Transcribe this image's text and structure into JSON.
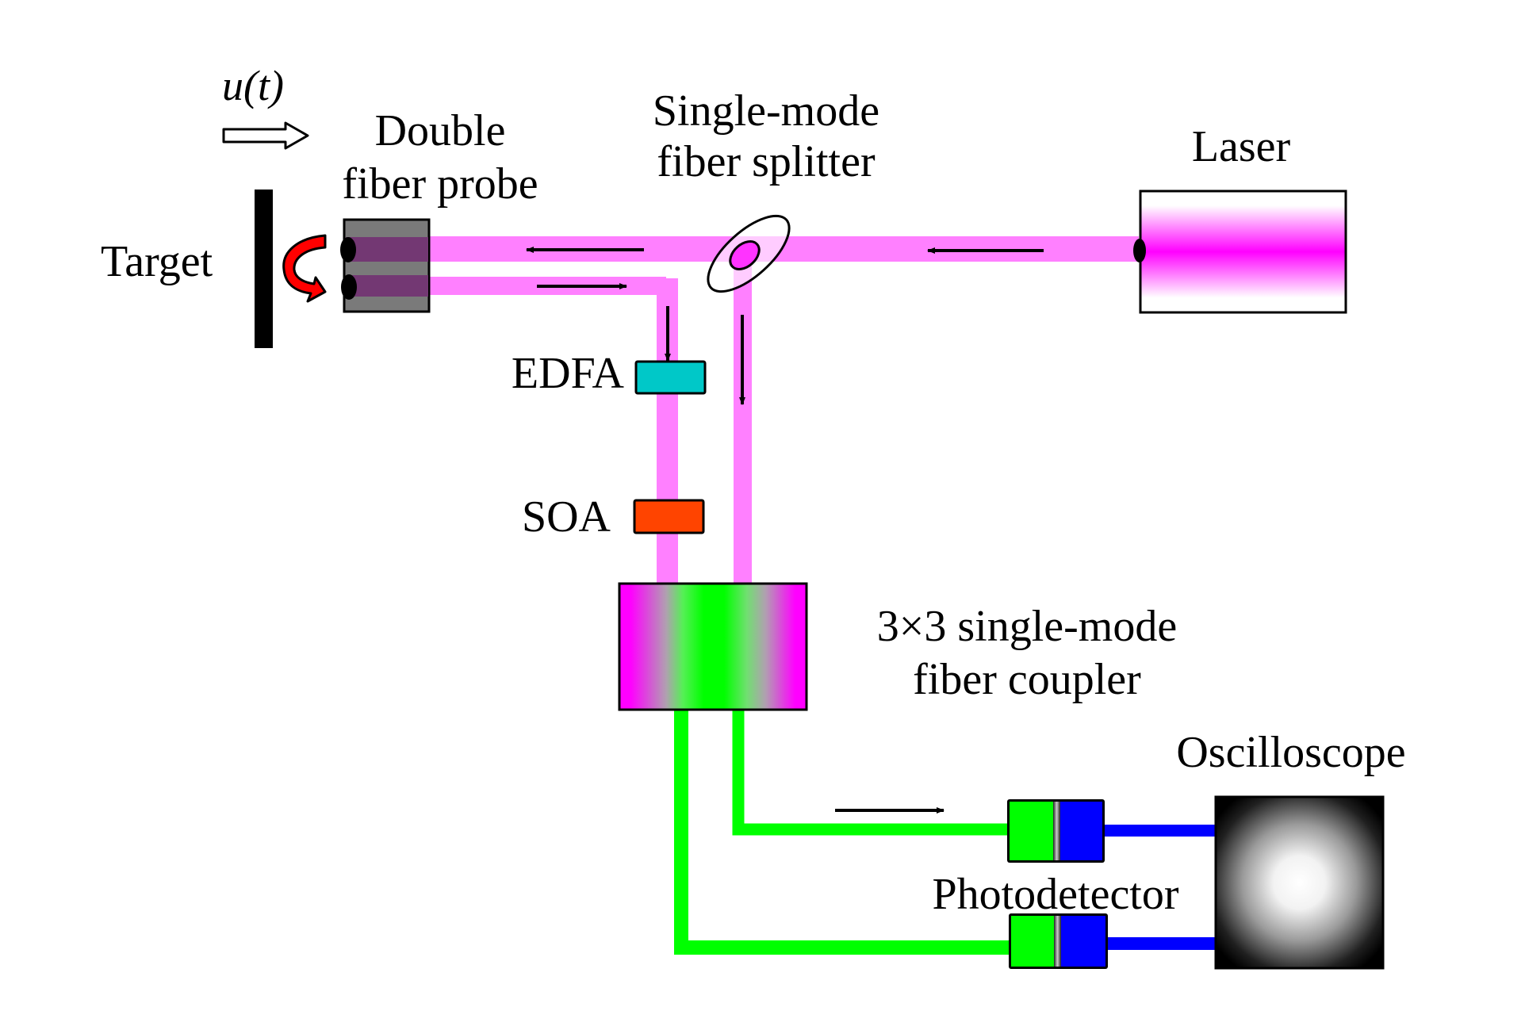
{
  "diagram": {
    "title": "Fiber-optic vibration measurement setup",
    "colors": {
      "fiber_light": "#ff80ff",
      "fiber_signal": "#00ff00",
      "electric_cable": "#0000ff",
      "edfa": "#00c8c8",
      "soa": "#ff4400",
      "probe_body": "#7a7a7a",
      "probe_core": "#733873",
      "laser_core": "#ff00ff",
      "target": "#000000",
      "motion_arrow": "#ff0000"
    },
    "labels": {
      "displacement": "u(t)",
      "probe_line1": "Double",
      "probe_line2": "fiber probe",
      "splitter_line1": "Single-mode",
      "splitter_line2": "fiber splitter",
      "laser": "Laser",
      "target": "Target",
      "edfa": "EDFA",
      "soa": "SOA",
      "coupler_line1": "3×3 single-mode",
      "coupler_line2": "fiber coupler",
      "oscilloscope": "Oscilloscope",
      "photodetector": "Photodetector"
    },
    "components": [
      {
        "id": "target",
        "label": "Target"
      },
      {
        "id": "probe",
        "label": "Double fiber probe"
      },
      {
        "id": "splitter",
        "label": "Single-mode fiber splitter"
      },
      {
        "id": "laser",
        "label": "Laser"
      },
      {
        "id": "edfa",
        "label": "EDFA"
      },
      {
        "id": "soa",
        "label": "SOA"
      },
      {
        "id": "coupler",
        "label": "3×3 single-mode fiber coupler"
      },
      {
        "id": "photodetector-1",
        "label": "Photodetector"
      },
      {
        "id": "photodetector-2",
        "label": "Photodetector"
      },
      {
        "id": "oscilloscope",
        "label": "Oscilloscope"
      }
    ],
    "connections": [
      {
        "from": "laser",
        "to": "splitter",
        "medium": "fiber",
        "direction": "left"
      },
      {
        "from": "splitter",
        "to": "probe",
        "medium": "fiber",
        "direction": "left"
      },
      {
        "from": "probe",
        "to": "edfa",
        "medium": "fiber",
        "direction": "right-then-down"
      },
      {
        "from": "edfa",
        "to": "soa",
        "medium": "fiber"
      },
      {
        "from": "soa",
        "to": "coupler",
        "medium": "fiber"
      },
      {
        "from": "splitter",
        "to": "coupler",
        "medium": "fiber",
        "direction": "down"
      },
      {
        "from": "coupler",
        "to": "photodetector-1",
        "medium": "fiber",
        "direction": "right"
      },
      {
        "from": "coupler",
        "to": "photodetector-2",
        "medium": "fiber"
      },
      {
        "from": "photodetector-1",
        "to": "oscilloscope",
        "medium": "cable"
      },
      {
        "from": "photodetector-2",
        "to": "oscilloscope",
        "medium": "cable"
      }
    ]
  }
}
